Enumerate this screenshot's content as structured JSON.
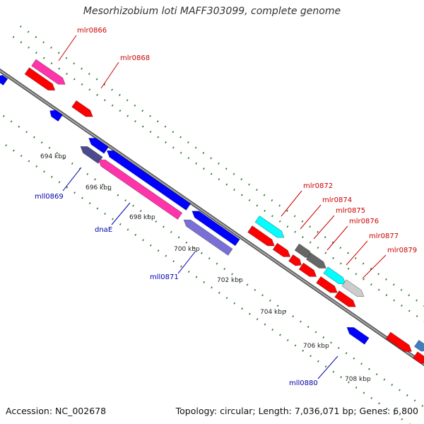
{
  "title": "Mesorhizobium loti MAFF303099, complete genome",
  "footer": {
    "accession": "Accession: NC_002678",
    "summary": "Topology: circular; Length: 7,036,071 bp; Genes: 6,800"
  },
  "colors": {
    "backbone": "#7f7f7f",
    "tick": "#2e7d2e",
    "forward_label": "#cc0000",
    "reverse_label": "#0000aa",
    "scale_label": "#222222",
    "red": "#ff0000",
    "blue": "#0000ff",
    "magenta": "#ff33aa",
    "cyan": "#00ffff",
    "gray": "#666666",
    "lightgray": "#cccccc",
    "slate": "#4a4a8c",
    "lavender": "#7a6fd6",
    "steel": "#3f7fbf"
  },
  "scale_labels": [
    "694 kbp",
    "696 kbp",
    "698 kbp",
    "700 kbp",
    "702 kbp",
    "704 kbp",
    "706 kbp",
    "708 kbp"
  ],
  "gene_labels": {
    "forward": [
      "mlr0866",
      "mlr0868",
      "mlr0872",
      "mlr0874",
      "mlr0875",
      "mlr0876",
      "mlr0877",
      "mlr0879"
    ],
    "reverse": [
      "mll0869",
      "dnaE",
      "mll0871",
      "mll0880"
    ]
  }
}
